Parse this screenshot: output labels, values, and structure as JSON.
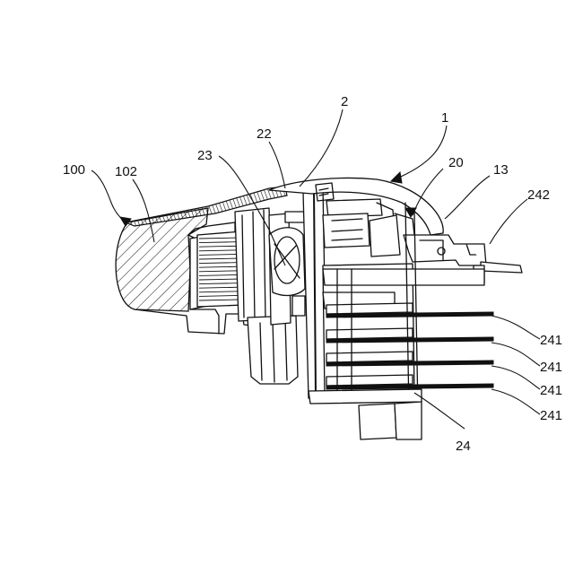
{
  "labels": {
    "l100": "100",
    "l102": "102",
    "l23": "23",
    "l22": "22",
    "l2": "2",
    "l1": "1",
    "l20": "20",
    "l13": "13",
    "l242": "242",
    "l241a": "241",
    "l241b": "241",
    "l241c": "241",
    "l241d": "241",
    "l24": "24"
  },
  "colors": {
    "ink": "#111111",
    "paper": "#ffffff"
  }
}
